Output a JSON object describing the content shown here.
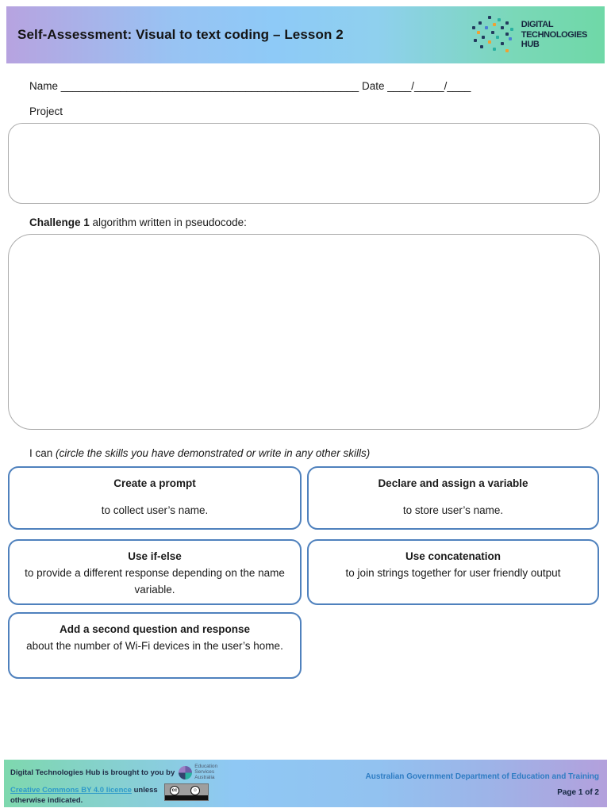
{
  "header": {
    "title": "Self-Assessment: Visual to text coding – Lesson 2",
    "logo_line1": "DIGITAL",
    "logo_line2": "TECHNOLOGIES",
    "logo_line3": "HUB"
  },
  "form": {
    "name_label": "Name",
    "name_line": "__________________________________________________",
    "date_label": "Date",
    "date_line": "____/_____/____",
    "project_label": "Project",
    "challenge_label_bold": "Challenge 1",
    "challenge_label_rest": " algorithm written in pseudocode:",
    "ican_label": "I can ",
    "ican_instruction": "(circle the skills you have demonstrated or write in any other skills)"
  },
  "skills": [
    {
      "title": "Create a prompt",
      "body": "to collect user’s name."
    },
    {
      "title": "Declare and assign a variable",
      "body": "to store user’s name."
    },
    {
      "title": "Use if-else",
      "body": "to provide a different response depending on the name variable."
    },
    {
      "title": "Use concatenation",
      "body": "to join strings together for user friendly output"
    },
    {
      "title": "Add a second question and response",
      "body": "about the number of Wi-Fi devices in the user’s home."
    }
  ],
  "footer": {
    "brought_by": "Digital Technologies Hub is brought to you by",
    "esa_line1": "Education",
    "esa_line2": "Services",
    "esa_line3": "Australia",
    "cc_link": "Creative Commons BY 4.0 licence",
    "cc_rest1": " unless",
    "cc_rest2": "otherwise indicated.",
    "cc_badge_label": "cc",
    "gov_text": "Australian Government Department of Education and Training",
    "page_label": "Page 1 of 2"
  },
  "colors": {
    "header_gradient_left": "#b7a3e0",
    "header_gradient_mid": "#8ecaf7",
    "header_gradient_right": "#6fd8a7",
    "skill_box_border": "#4f81bd",
    "gray_box_border": "#ababab",
    "link_blue": "#2e9ac9",
    "gov_blue": "#2e7cc3",
    "logo_navy": "#16243d"
  }
}
